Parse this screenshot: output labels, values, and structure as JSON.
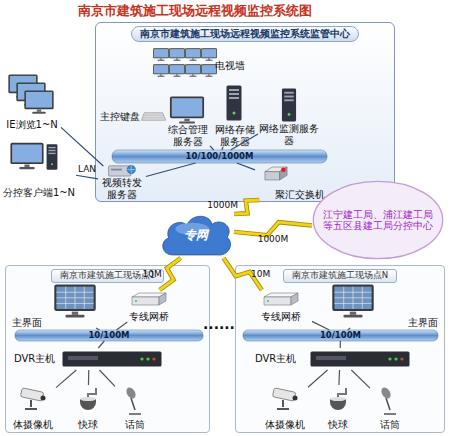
{
  "diagram": {
    "title": "南京市建筑施工现场远程视频监控系统图",
    "nodes": [
      {
        "text": [
          "南京市建筑施工现场远程视频监控系统监管中心"
        ]
      },
      {
        "text": [
          "电视墙"
        ],
        "in": 0
      },
      {
        "text": [
          "主控键盘"
        ],
        "in": 0
      },
      {
        "text": [
          "综合管理服务器"
        ],
        "in": 0
      },
      {
        "text": [
          "网络存储服务器"
        ],
        "in": 0
      },
      {
        "text": [
          "网络监测服务器"
        ],
        "in": 0
      },
      {
        "text": [
          "聚汇交换机"
        ],
        "in": 0
      },
      {
        "text": [
          "视频转发服务器"
        ],
        "in": 0
      },
      {
        "text": [
          "10/100/1000M"
        ],
        "in": 0
      },
      {
        "text": [
          "IE浏览1~N"
        ]
      },
      {
        "text": [
          "分控客户端1~N"
        ]
      },
      {
        "text": [
          "专网"
        ]
      },
      {
        "text": [
          "江宁建工局、浦江建工局等五区县建工局分控中心"
        ]
      },
      {
        "text": [
          "南京市建筑施工现场点1"
        ]
      },
      {
        "text": [
          "主界面"
        ],
        "in": 13
      },
      {
        "text": [
          "专线网桥"
        ],
        "in": 13
      },
      {
        "text": [
          "10/100M"
        ],
        "in": 13
      },
      {
        "text": [
          "DVR主机"
        ],
        "in": 13
      },
      {
        "text": [
          "体摄像机"
        ],
        "in": 13
      },
      {
        "text": [
          "快球"
        ],
        "in": 13
      },
      {
        "text": [
          "话筒"
        ],
        "in": 13
      },
      {
        "text": [
          "南京市建筑施工现场点N"
        ]
      },
      {
        "text": [
          "主界面"
        ],
        "in": 21
      },
      {
        "text": [
          "专线网桥"
        ],
        "in": 21
      },
      {
        "text": [
          "10/100M"
        ],
        "in": 21
      },
      {
        "text": [
          "DVR主机"
        ],
        "in": 21
      },
      {
        "text": [
          "体摄像机"
        ],
        "in": 21
      },
      {
        "text": [
          "快球"
        ],
        "in": 21
      },
      {
        "text": [
          "话筒"
        ],
        "in": 21
      }
    ],
    "edges": [
      {
        "from": 3,
        "to": 8,
        "arrow": "none"
      },
      {
        "from": 4,
        "to": 8,
        "arrow": "none"
      },
      {
        "from": 5,
        "to": 8,
        "arrow": "none"
      },
      {
        "from": 7,
        "to": 8,
        "arrow": "none"
      },
      {
        "from": 6,
        "to": 8,
        "arrow": "none"
      },
      {
        "from": 6,
        "to": 11,
        "label": "1000M",
        "arrow": "none"
      },
      {
        "from": 11,
        "to": 12,
        "label": "1000M",
        "arrow": "none"
      },
      {
        "from": 11,
        "to": 15,
        "label": "10M",
        "arrow": "none"
      },
      {
        "from": 11,
        "to": 23,
        "label": "10M",
        "arrow": "none"
      },
      {
        "from": 9,
        "to": 7,
        "arrow": "none"
      },
      {
        "from": 10,
        "to": 7,
        "label": "LAN",
        "arrow": "none"
      },
      {
        "from": 14,
        "to": 16,
        "arrow": "none"
      },
      {
        "from": 15,
        "to": 16,
        "arrow": "none"
      },
      {
        "from": 16,
        "to": 17,
        "arrow": "none"
      },
      {
        "from": 17,
        "to": 18,
        "arrow": "none"
      },
      {
        "from": 17,
        "to": 19,
        "arrow": "none"
      },
      {
        "from": 17,
        "to": 20,
        "arrow": "none"
      },
      {
        "from": 22,
        "to": 24,
        "arrow": "none"
      },
      {
        "from": 23,
        "to": 24,
        "arrow": "none"
      },
      {
        "from": 24,
        "to": 25,
        "arrow": "none"
      },
      {
        "from": 25,
        "to": 26,
        "arrow": "none"
      },
      {
        "from": 25,
        "to": 27,
        "arrow": "none"
      },
      {
        "from": 25,
        "to": 28,
        "arrow": "none"
      }
    ],
    "labels": [
      "......"
    ]
  }
}
